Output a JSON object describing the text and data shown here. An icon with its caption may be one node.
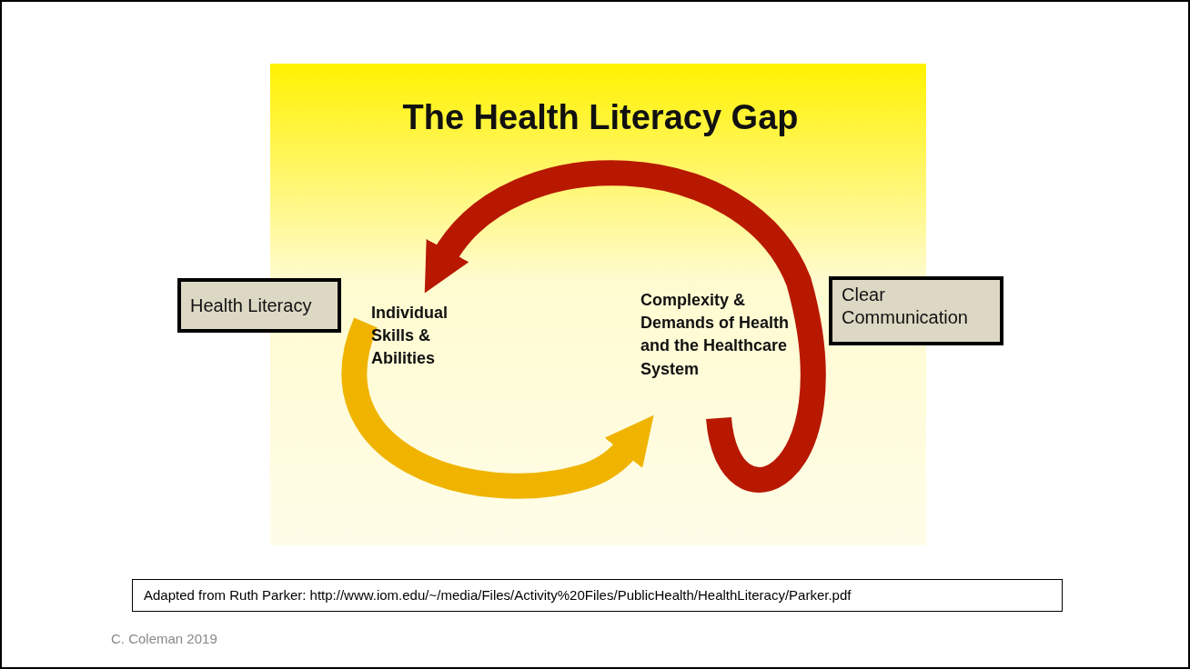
{
  "diagram": {
    "title": "The Health Literacy Gap",
    "nodes": [
      {
        "text": [
          "Health Literacy"
        ]
      },
      {
        "text": [
          "Clear Communication"
        ]
      },
      {
        "text": [
          "Individual Skills & Abilities"
        ]
      },
      {
        "text": [
          "Complexity & Demands of Health and the Healthcare System"
        ]
      }
    ],
    "edges": [
      {
        "from": 2,
        "to": 3,
        "arrow": "to",
        "color": "#f0b400"
      },
      {
        "from": 3,
        "to": 2,
        "arrow": "to",
        "color": "#b81800"
      }
    ],
    "labels": [
      "Adapted from Ruth Parker: http://www.iom.edu/~/media/Files/Activity%20Files/PublicHealth/HealthLiteracy/Parker.pdf",
      "C. Coleman 2019"
    ]
  }
}
